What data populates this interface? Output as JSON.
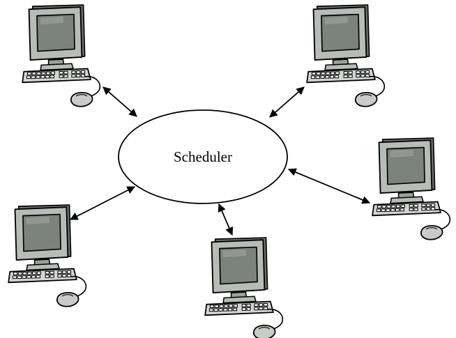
{
  "diagram": {
    "hub": {
      "label": "Scheduler"
    },
    "nodes": [
      {
        "id": "computer-top-left",
        "icon": "desktop-computer-icon"
      },
      {
        "id": "computer-top-right",
        "icon": "desktop-computer-icon"
      },
      {
        "id": "computer-right",
        "icon": "desktop-computer-icon"
      },
      {
        "id": "computer-bottom-left",
        "icon": "desktop-computer-icon"
      },
      {
        "id": "computer-bottom-center",
        "icon": "desktop-computer-icon"
      }
    ],
    "connections": [
      {
        "from": "scheduler",
        "to": "computer-top-left",
        "direction": "bidirectional"
      },
      {
        "from": "scheduler",
        "to": "computer-top-right",
        "direction": "bidirectional"
      },
      {
        "from": "scheduler",
        "to": "computer-right",
        "direction": "bidirectional"
      },
      {
        "from": "scheduler",
        "to": "computer-bottom-left",
        "direction": "bidirectional"
      },
      {
        "from": "scheduler",
        "to": "computer-bottom-center",
        "direction": "bidirectional"
      }
    ],
    "colors": {
      "line": "#000000",
      "monitor_body": "#b8bcb8",
      "monitor_bezel": "#d9dcd9",
      "screen": "#7c837c",
      "screen_highlight": "#9aa09a",
      "background": "#ffffff"
    }
  }
}
